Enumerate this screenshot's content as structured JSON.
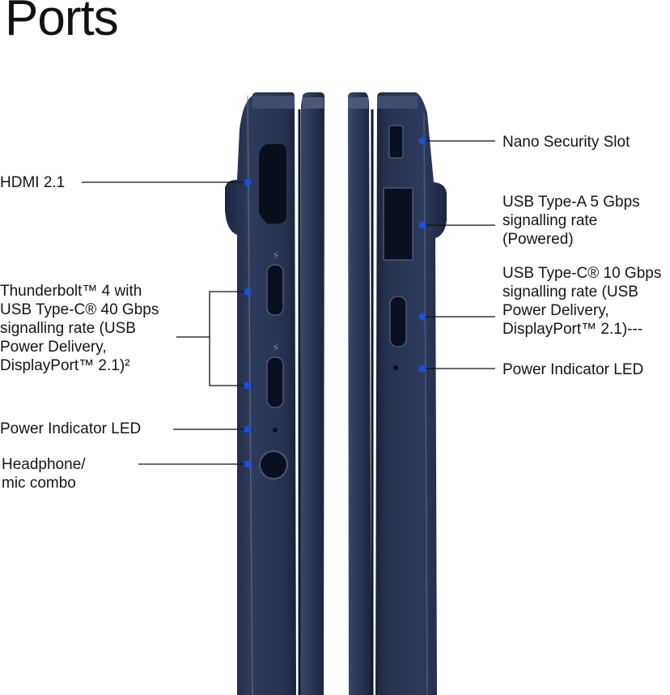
{
  "title": "Ports",
  "left_side": {
    "hdmi": "HDMI 2.1",
    "thunderbolt": "Thunderbolt™ 4 with\nUSB Type-C® 40 Gbps\nsignalling rate (USB\nPower Delivery,\nDisplayPort™ 2.1)²",
    "power_led": "Power Indicator LED",
    "headphone": "Headphone/\nmic combo"
  },
  "right_side": {
    "security_slot": "Nano Security Slot",
    "usb_a": "USB Type-A 5 Gbps\nsignalling rate\n(Powered)",
    "usb_c": "USB Type-C® 10 Gbps\nsignalling rate (USB\nPower Delivery,\nDisplayPort™ 2.1)---",
    "power_led": "Power Indicator LED"
  },
  "colors": {
    "chassis": "#2a3553",
    "chassis_light": "#5d6c8e",
    "dot": "#1a4fd8",
    "line": "#111111"
  }
}
